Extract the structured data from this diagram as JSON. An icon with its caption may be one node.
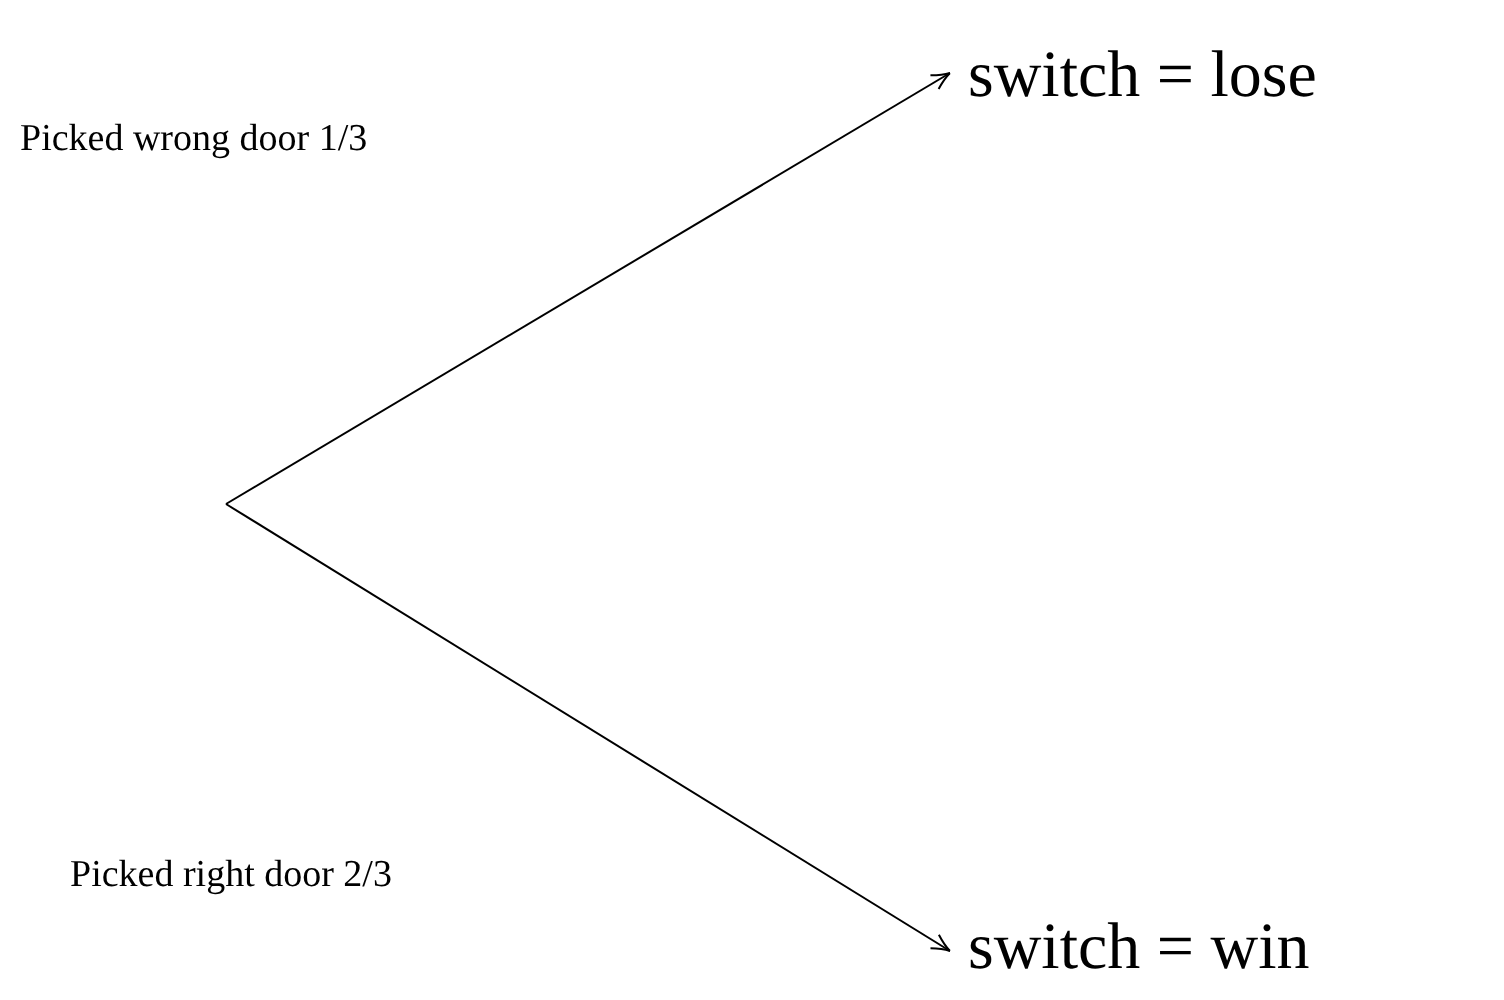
{
  "diagram": {
    "nodes": [
      {
        "text": [
          "switch = lose"
        ]
      },
      {
        "text": [
          "switch = win"
        ]
      }
    ],
    "edges": [
      {
        "from": null,
        "to": 0,
        "arrow": "to"
      },
      {
        "from": null,
        "to": 1,
        "arrow": "to"
      }
    ],
    "labels": [
      "Picked wrong door 1/3",
      "Picked right door 2/3"
    ]
  }
}
